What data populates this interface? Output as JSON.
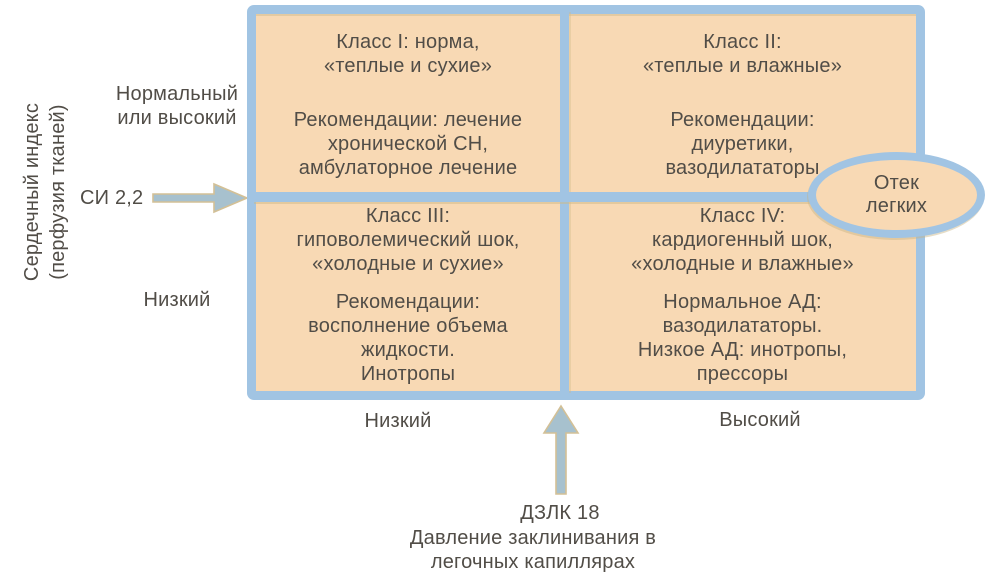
{
  "colors": {
    "border_blue": "#a1c4e3",
    "fill_peach": "#f8d9b4",
    "text": "#514d47",
    "arrow_fill": "#a7c1ce",
    "arrow_shadow": "#d3c096",
    "background": "#ffffff"
  },
  "y_axis": {
    "title_line1": "Сердечный индекс",
    "title_line2": "(перфузия тканей)",
    "high_label_line1": "Нормальный",
    "high_label_line2": "или высокий",
    "threshold_label": "СИ 2,2",
    "low_label": "Низкий"
  },
  "x_axis": {
    "low_label": "Низкий",
    "high_label": "Высокий",
    "threshold_label": "ДЗЛК 18",
    "title_line1": "Давление заклинивания",
    "title_line2": "в легочных капиллярах"
  },
  "quadrants": {
    "q1": {
      "title_lines": [
        "Класс I: норма,",
        "«теплые и сухие»"
      ],
      "body_lines": [
        "Рекомендации: лечение",
        "хронической СН,",
        "амбулаторное лечение"
      ]
    },
    "q2": {
      "title_lines": [
        "Класс II:",
        "«теплые и влажные»"
      ],
      "body_lines": [
        "Рекомендации:",
        "диуретики,",
        "вазодилататоры"
      ]
    },
    "q3": {
      "title_lines": [
        "Класс III:",
        "гиповолемический шок,",
        "«холодные и сухие»"
      ],
      "body_lines": [
        "Рекомендации:",
        "восполнение объема",
        "жидкости.",
        "Инотропы"
      ]
    },
    "q4": {
      "title_lines": [
        "Класс IV:",
        "кардиогенный шок,",
        "«холодные и влажные»"
      ],
      "body_lines": [
        "Нормальное АД:",
        "вазодилататоры.",
        "Низкое АД: инотропы,",
        "прессоры"
      ]
    }
  },
  "overlay_ellipse": {
    "line1": "Отек",
    "line2": "легких"
  }
}
